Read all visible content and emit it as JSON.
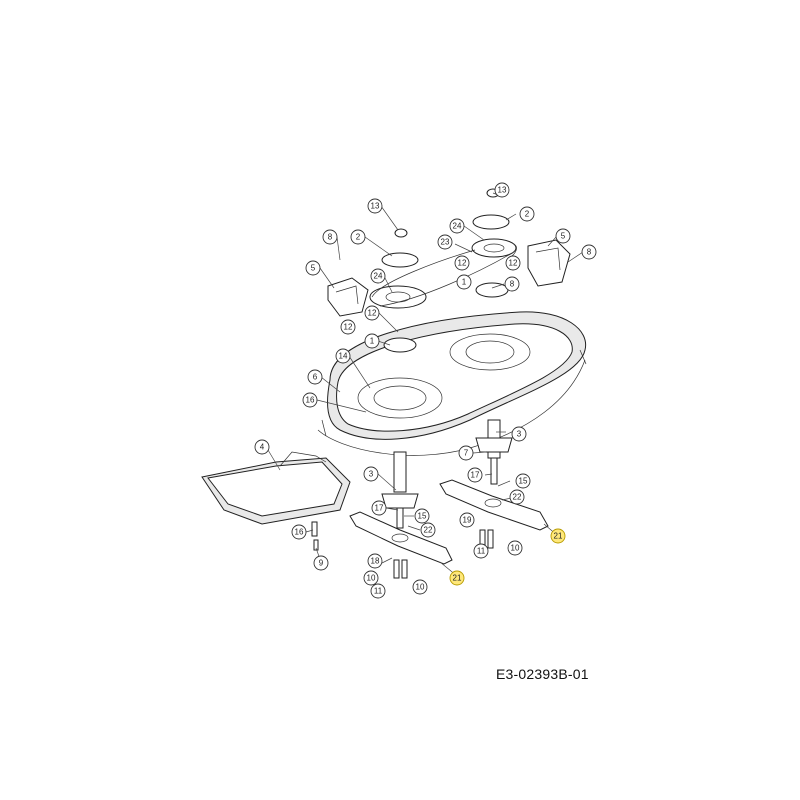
{
  "drawing_code": "E3-02393B-01",
  "highlight_color": "#ffe87a",
  "callouts": [
    {
      "label": "13"
    },
    {
      "label": "2"
    },
    {
      "label": "8"
    },
    {
      "label": "24"
    },
    {
      "label": "5"
    },
    {
      "label": "12"
    },
    {
      "label": "1"
    },
    {
      "label": "12"
    },
    {
      "label": "14"
    },
    {
      "label": "6"
    },
    {
      "label": "16"
    },
    {
      "label": "4"
    },
    {
      "label": "3"
    },
    {
      "label": "17"
    },
    {
      "label": "15"
    },
    {
      "label": "22"
    },
    {
      "label": "16"
    },
    {
      "label": "9"
    },
    {
      "label": "18"
    },
    {
      "label": "10"
    },
    {
      "label": "11"
    },
    {
      "label": "10"
    },
    {
      "label": "21"
    },
    {
      "label": "13"
    },
    {
      "label": "2"
    },
    {
      "label": "24"
    },
    {
      "label": "23"
    },
    {
      "label": "5"
    },
    {
      "label": "8"
    },
    {
      "label": "12"
    },
    {
      "label": "12"
    },
    {
      "label": "1"
    },
    {
      "label": "8"
    },
    {
      "label": "3"
    },
    {
      "label": "7"
    },
    {
      "label": "17"
    },
    {
      "label": "15"
    },
    {
      "label": "22"
    },
    {
      "label": "19"
    },
    {
      "label": "11"
    },
    {
      "label": "10"
    },
    {
      "label": "21"
    }
  ],
  "highlighted_labels": [
    "21"
  ]
}
